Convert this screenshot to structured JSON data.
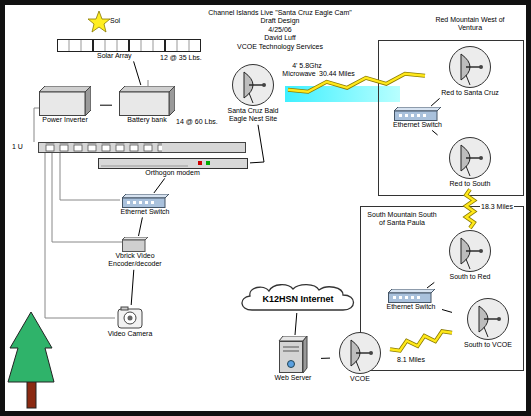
{
  "diagram": {
    "title": "Channel Islands Live \"Santa Cruz Eagle Cam\"",
    "nodes": [
      {
        "text": [
          "Solar Array"
        ]
      },
      {
        "text": [
          "Battery bank"
        ]
      },
      {
        "text": [
          "Power Inverter"
        ]
      },
      {
        "text": [
          "Orthogon modem"
        ]
      },
      {
        "text": [
          "Ethernet Switch"
        ]
      },
      {
        "text": [
          "Vbrick Video Encoder/decoder"
        ]
      },
      {
        "text": [
          "Video Camera"
        ]
      },
      {
        "text": [
          "4' 5.8Ghz Microwave Dish",
          "Santa Cruz Bald Eagle Nest Site"
        ]
      },
      {
        "text": [
          "Red to Santa Cruz"
        ]
      },
      {
        "text": [
          "Ethernet Switch"
        ]
      },
      {
        "text": [
          "Red to South"
        ]
      },
      {
        "text": [
          "South to Red"
        ]
      },
      {
        "text": [
          "Ethernet Switch"
        ]
      },
      {
        "text": [
          "South to VCOE"
        ]
      },
      {
        "text": [
          "K12HSN Internet"
        ]
      },
      {
        "text": [
          "Web Server"
        ]
      },
      {
        "text": [
          "VCOE"
        ]
      }
    ],
    "edges": [
      {
        "from": 0,
        "to": 1,
        "arrow": "none"
      },
      {
        "from": 1,
        "to": 2,
        "arrow": "none"
      },
      {
        "from": 7,
        "to": 3,
        "arrow": "none"
      },
      {
        "from": 3,
        "to": 4,
        "arrow": "none"
      },
      {
        "from": 4,
        "to": 5,
        "arrow": "none"
      },
      {
        "from": 5,
        "to": 6,
        "arrow": "none"
      },
      {
        "from": 7,
        "to": 8,
        "label": "30.44 Miles",
        "arrow": "none"
      },
      {
        "from": 8,
        "to": 9,
        "arrow": "none"
      },
      {
        "from": 9,
        "to": 10,
        "arrow": "none"
      },
      {
        "from": 10,
        "to": 11,
        "label": "18.3 Miles",
        "arrow": "none"
      },
      {
        "from": 11,
        "to": 12,
        "arrow": "none"
      },
      {
        "from": 12,
        "to": 13,
        "arrow": "none"
      },
      {
        "from": 13,
        "to": 16,
        "label": "8.1 Miles",
        "arrow": "none"
      },
      {
        "from": 16,
        "to": 15,
        "arrow": "none"
      },
      {
        "from": 15,
        "to": 14,
        "arrow": "none"
      }
    ],
    "labels": [
      "Draft Design",
      "4/25/06",
      "David Luff",
      "VCOE Technology Services",
      "Sol",
      "12 @ 35 Lbs.",
      "14 @ 60 Lbs.",
      "1 U",
      "Red Mountain West of Ventura",
      "South Mountain South of Santa Paula"
    ]
  }
}
